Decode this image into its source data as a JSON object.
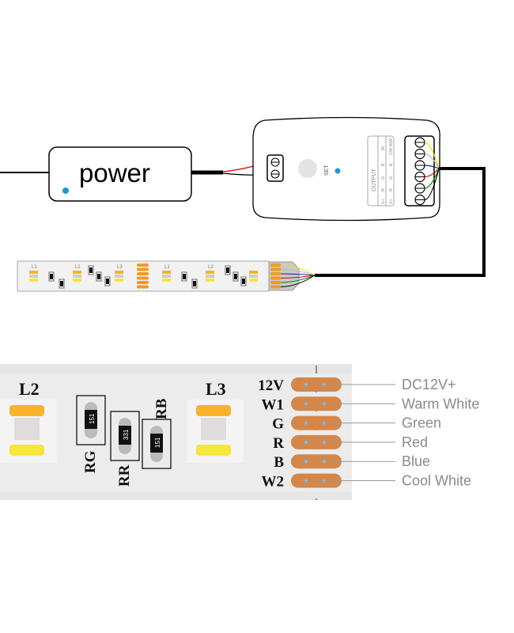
{
  "power_supply": {
    "label": "power"
  },
  "controller": {
    "set_label": "SET",
    "output_label": "OUTPUT",
    "output_row_top": [
      "W",
      "B",
      "G",
      "R",
      "V+"
    ],
    "output_row_bottom": [
      "CW WW",
      "B",
      "G",
      "R",
      "V+"
    ]
  },
  "strip_small": {
    "led_labels": [
      "L1",
      "L2",
      "L3",
      "L1",
      "L2"
    ]
  },
  "strip_closeup": {
    "led_labels": [
      "L2",
      "L3"
    ],
    "resistor_labels": [
      "RG",
      "RR",
      "RB"
    ],
    "resistor_codes": [
      "151",
      "331",
      "151"
    ],
    "pad_labels": [
      "12V",
      "W1",
      "G",
      "R",
      "B",
      "W2"
    ]
  },
  "legend": [
    "DC12V+",
    "Warm White",
    "Green",
    "Red",
    "Blue",
    "Cool White"
  ],
  "colors": {
    "accent_dot": "#1a9ad6",
    "pad": "#d4874a",
    "led_warm": "#f7b32b",
    "led_yellow": "#f5e83a",
    "label_gray": "#8a8a8a"
  }
}
